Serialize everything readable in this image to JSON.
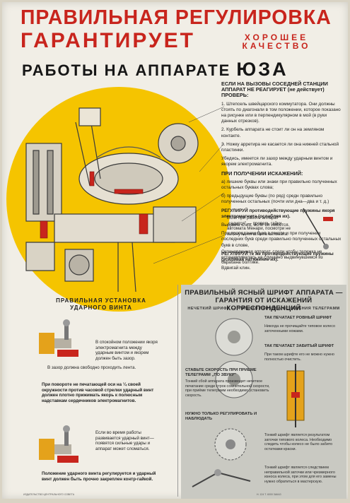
{
  "header": {
    "line1": "ПРАВИЛЬНАЯ РЕГУЛИРОВКА",
    "line2": "ГАРАНТИРУЕТ",
    "line2_side": "ХОРОШЕЕ КАЧЕСТВО",
    "line3_pre": "РАБОТЫ НА АППАРАТЕ",
    "line3_word": "ЮЗА"
  },
  "right_column": {
    "intro": "ЕСЛИ НА ВЫЗОВЫ СОСЕДНЕЙ СТАНЦИИ АППАРАТ НЕ РЕАГИРУЕТ (не действует) ПРОВЕРЬ:",
    "p1": "1. Штепсель швейцарского коммутатора. Они должны стоять по диагонали в том положении, которое показано на рисунке или в перпендикулярном в мой (в руки данных отрезков).",
    "p2": "2. Курбель аппарата не стоит ли он на земляном контакте.",
    "p3": "3. Ножку арретира не касается ли она нижней стальной пластинки.",
    "p3b": "Убедись, имеется ли зазор между ударным винтом и якорем электромагнита.",
    "distort_head": "ПРИ ПОЛУЧЕНИИ ИСКАЖЕНИЙ:",
    "pa": "а) лишние буквы или знаки при правильно полученных остальных буквах слова;",
    "pb": "б) предыдущие буквы (по ряд) средн правильно полученных остальных (почти или дна—два и т. д.)",
    "reg1": "РЕГУЛИРУЙ противодействующие пружины якоря электромагнита (ослабляя их).",
    "p_vyd": "Выдавив клин, если он имеется.",
    "p_prop": "При пропадании букв в тексте и при получении последних букв среди правильно полученных остальных букв в слове,",
    "reg2": "РЕГУЛИРУЙ те же противодействующие пружины (усиливая натяжение их).",
    "p_vdvin": "Вдвигай клин.",
    "p_sad": "Если при работе аппарат „садится\" — проверь гайки автомата Менари, посмотри не затянуты ли штанга автомата.",
    "p_ost": "Остановленная аппарат, следи чтобы тележка не останавливалась на случайно выдвинувшемся из барабана болтике."
  },
  "striker": {
    "heading": "ПРАВИЛЬНАЯ УСТАНОВКА УДАРНОГО ВИНТА",
    "note1": "В спокойном положении якоря электромагнита между ударным винтом и якорем должен быть зазор.",
    "note2": "В зазор должна свободно проходить лента.",
    "note3": "При повороте не печатающей оси на ¼ своей окружности против часовой стрелки ударный винт должен плотно прижимать якорь к полюсным надставкам сердечников электромагнитов.",
    "note4": "Если во время работы развивается ударный винт—появятся сильные удары и аппарат может сломаться.",
    "note5": "Положение ударного винта регулируется и ударный винт должен быть прочно закреплен контр-гайкой."
  },
  "font_panel": {
    "title": "ПРАВИЛЬНЫЙ ЯСНЫЙ ШРИФТ АППАРАТА — ГАРАНТИЯ ОТ ИСКАЖЕНИЙ КОРРЕСПОНДЕНЦИЙ",
    "subtitle": "НЕЧЕТКИЙ ШРИФТ — ГЛАВНАЯ ПРИЧИНА ИСКАЖЕНИЯ ТЕЛЕГРАММ",
    "c1": "ТАК ПЕЧАТАЕТ РОВНЫЙ ШРИФТ",
    "c2": "Никогда не прочищайте типовое колесо заточенными ножами.",
    "c3": "ТАК ПЕЧАТАЕТ ЗАБИТЫЙ ШРИФТ",
    "c4": "При таком шрифте его не можно нужно полностью очистить.",
    "speed_head": "СТАВЬТЕ СКОРОСТЬ ПРИ ПРИЕМЕ ТЕЛЕГРАММ „ПО ЗВУКУ\"",
    "speed_text": "Тонкий сбой аппарата производит нечеткое печатание среди строк сомнительной скорости, при приёме телеграмм необходимо установить скорость.",
    "weight_head": "НУЖНО ТОЛЬКО РЕГУЛИРОВАТЬ И НАБЛЮДАТЬ",
    "weight_text": "Тонкий шрифт является результатом заточки типового колеса. Необходимо следить чтобы колесо не было забито остатками краски.",
    "bottom_text": "Тонкий шрифт является следствием неправильной заточки или чрезмерного износа колеса, при этом для его замены нужно обратиться в мастерскую."
  },
  "footer": {
    "left": "ИЗДАТЕЛЬСТВО ЦЕНТРАЛЬНОГО СОВЕТА",
    "right": "Н. 124 Т. 6000 ЗАКАЗ"
  },
  "colors": {
    "title_red": "#c8251d",
    "yellow_disc": "#f5c400",
    "paper": "#f1eee6",
    "gray_panel": "#c9c9c2"
  }
}
